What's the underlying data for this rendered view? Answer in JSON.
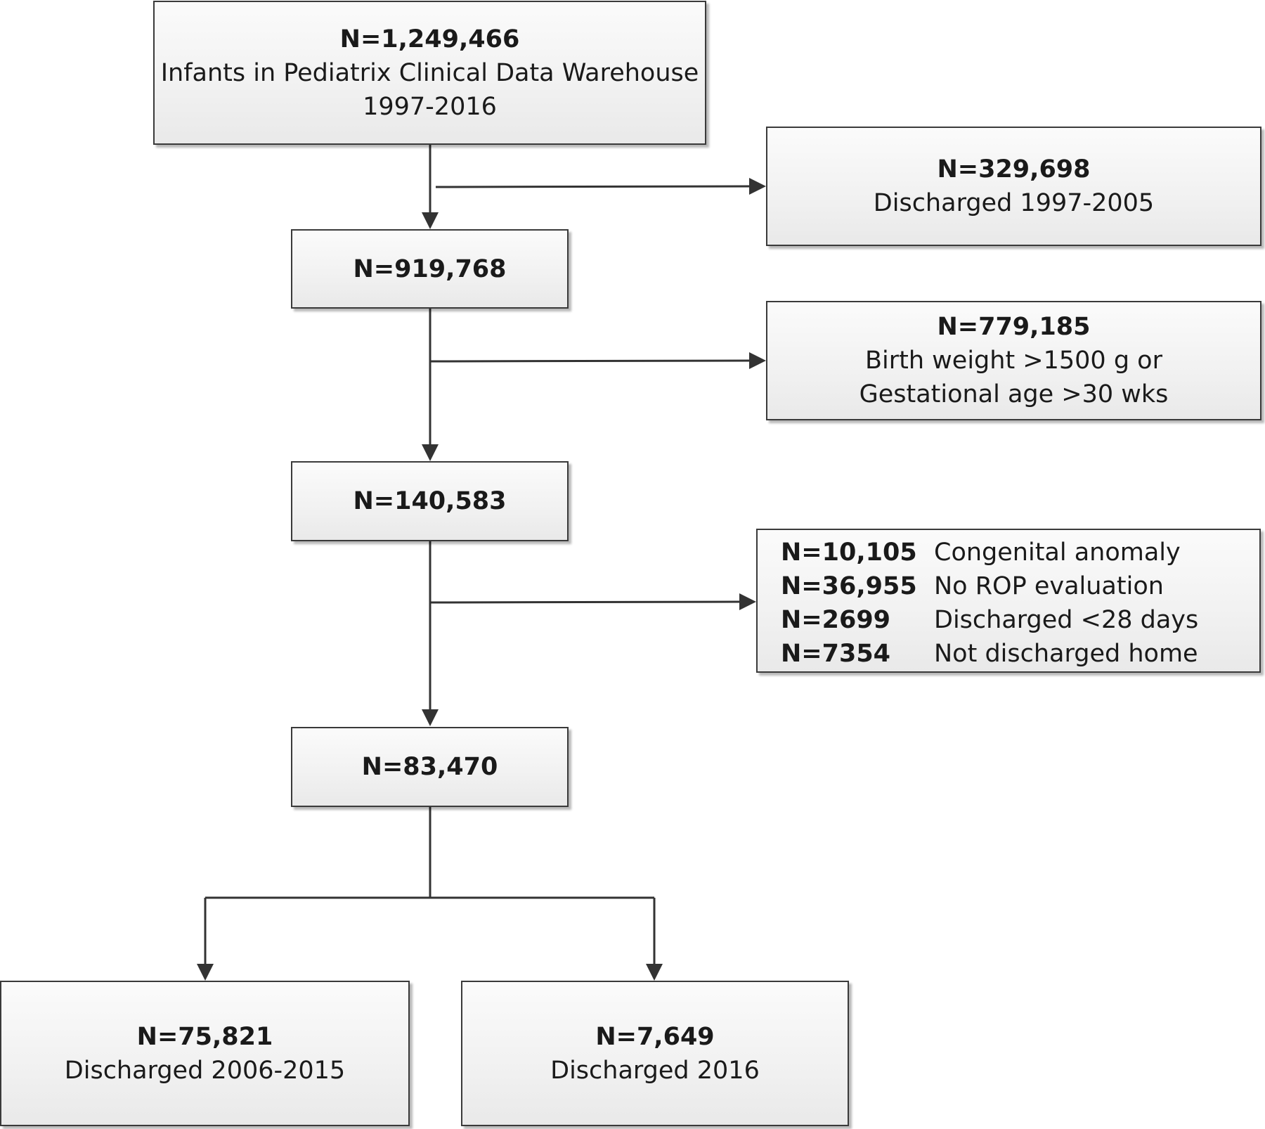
{
  "flowchart": {
    "root": {
      "count": "N=1,249,466",
      "line1": "Infants in Pediatrix Clinical Data Warehouse",
      "line2": "1997-2016"
    },
    "exclusion1": {
      "count": "N=329,698",
      "line1": "Discharged 1997-2005"
    },
    "step2": {
      "count": "N=919,768"
    },
    "exclusion2": {
      "count": "N=779,185",
      "line1": "Birth weight >1500 g or",
      "line2": "Gestational age >30 wks"
    },
    "step3": {
      "count": "N=140,583"
    },
    "exclusion3": {
      "rows": [
        {
          "count": "N=10,105",
          "reason": "Congenital anomaly"
        },
        {
          "count": "N=36,955",
          "reason": "No ROP evaluation"
        },
        {
          "count": "N=2699",
          "reason": "Discharged <28 days"
        },
        {
          "count": "N=7354",
          "reason": "Not discharged home"
        }
      ]
    },
    "step4": {
      "count": "N=83,470"
    },
    "leaf_left": {
      "count": "N=75,821",
      "line1": "Discharged 2006-2015"
    },
    "leaf_right": {
      "count": "N=7,649",
      "line1": "Discharged 2016"
    }
  },
  "colors": {
    "line": "#333333",
    "box_border": "#3a3a3a",
    "box_fill_top": "#fbfbfb",
    "box_fill_bottom": "#e9e9e9"
  }
}
